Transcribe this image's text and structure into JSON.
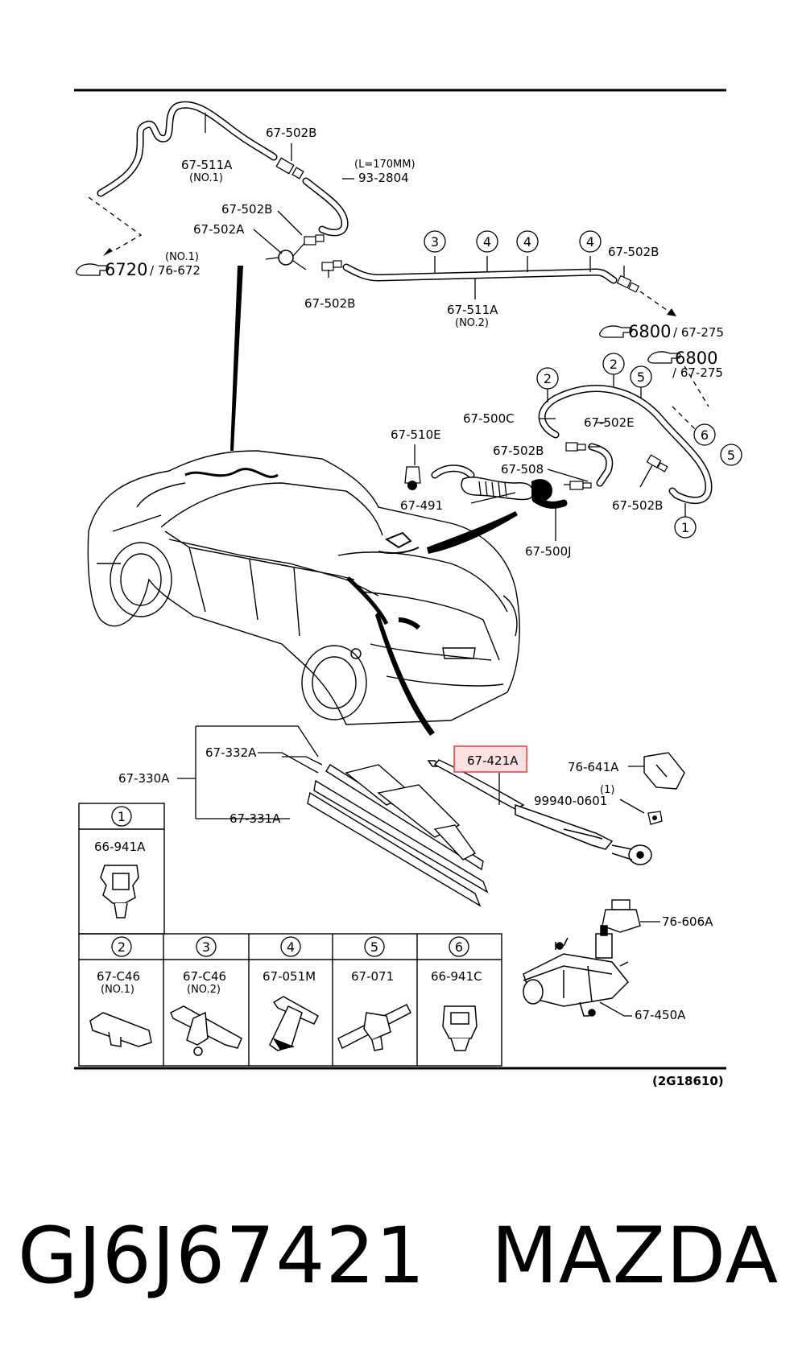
{
  "labels": {
    "p67511a_1": "67-511A",
    "p67511a_1_sub": "(NO.1)",
    "p67502b_a": "67-502B",
    "length": "(L=170MM)",
    "p932804": "93-2804",
    "p67502b_b": "67-502B",
    "p67502a": "67-502A",
    "no1": "(NO.1)",
    "ref6720": "6720",
    "ref76672": "/ 76-672",
    "p67502b_c": "67-502B",
    "p67511a_2": "67-511A",
    "p67511a_2_sub": "(NO.2)",
    "p67502b_d": "67-502B",
    "ref6800a": "6800",
    "ref67275a": "/ 67-275",
    "ref6800b": "6800",
    "ref67275b": "/ 67-275",
    "p67500c": "67-500C",
    "p67502e": "67-502E",
    "p67510e": "67-510E",
    "p67502b_e": "67-502B",
    "p67508": "67-508",
    "p67491": "67-491",
    "p67500j": "67-500J",
    "p67502b_f": "67-502B",
    "p67332a": "67-332A",
    "p67330a": "67-330A",
    "p67331a": "67-331A",
    "p67421a": "67-421A",
    "p76641a": "76-641A",
    "qty1": "(1)",
    "p99940": "99940-0601",
    "p76606a": "76-606A",
    "p67450a": "67-450A",
    "diagram_code": "(2G18610)"
  },
  "callouts": [
    "1",
    "2",
    "3",
    "4",
    "5",
    "6"
  ],
  "legend": [
    {
      "num": "1",
      "part": "66-941A",
      "sub": ""
    },
    {
      "num": "2",
      "part": "67-C46",
      "sub": "(NO.1)"
    },
    {
      "num": "3",
      "part": "67-C46",
      "sub": "(NO.2)"
    },
    {
      "num": "4",
      "part": "67-051M",
      "sub": ""
    },
    {
      "num": "5",
      "part": "67-071",
      "sub": ""
    },
    {
      "num": "6",
      "part": "66-941C",
      "sub": ""
    }
  ],
  "footer": {
    "part_number": "GJ6J67421",
    "brand": "MAZDA"
  },
  "colors": {
    "highlight_border": "#e04040",
    "highlight_fill": "#fbe1e1",
    "ink": "#000000"
  },
  "icons": {
    "reference_pointer": "pointing-hand-icon"
  }
}
